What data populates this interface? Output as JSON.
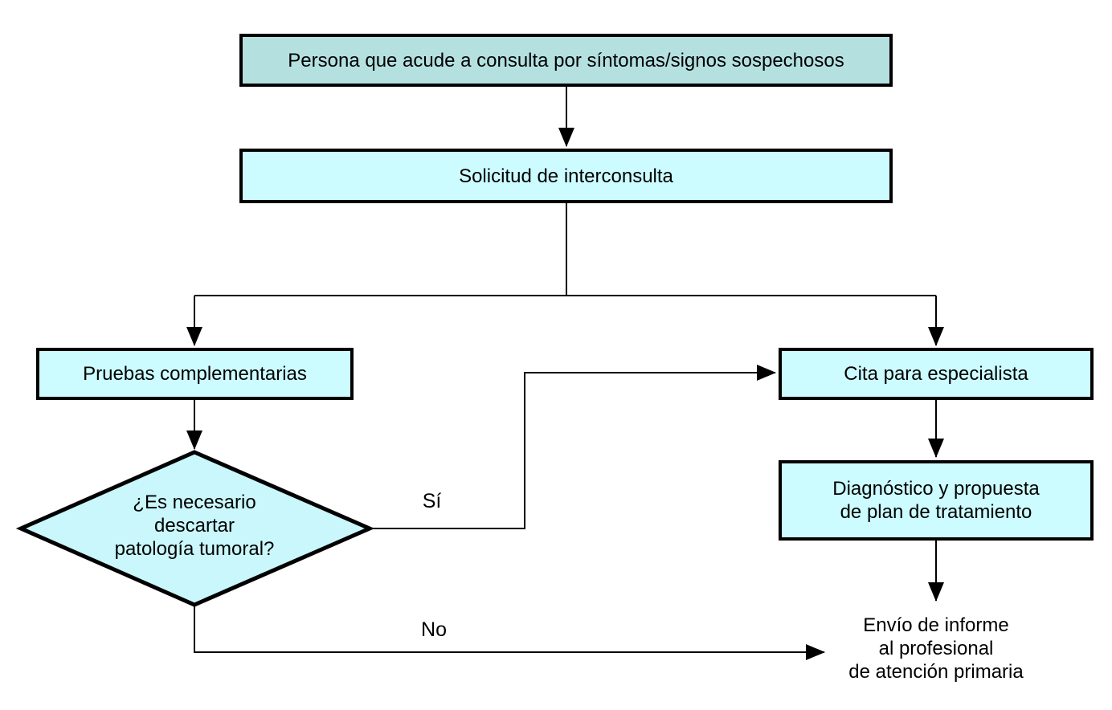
{
  "diagram": {
    "type": "flowchart",
    "language": "es",
    "colors": {
      "background": "#ffffff",
      "stroke": "#000000",
      "text": "#000000",
      "start_fill": "#b4e0e0",
      "node_fill": "#ccfcff",
      "diamond_fill": "#c9f7fb"
    },
    "nodes": {
      "start": "Persona que acude a consulta por síntomas/signos sospechosos",
      "request": "Solicitud de interconsulta",
      "tests": "Pruebas complementarias",
      "appointment": "Cita para especialista",
      "decision": "¿Es necesario\ndescartar\npatología tumoral?",
      "diagnosis": "Diagnóstico y propuesta\nde plan de tratamiento",
      "report": "Envío de informe\nal profesional\nde atención primaria"
    },
    "edges": {
      "yes_label": "Sí",
      "no_label": "No"
    }
  }
}
